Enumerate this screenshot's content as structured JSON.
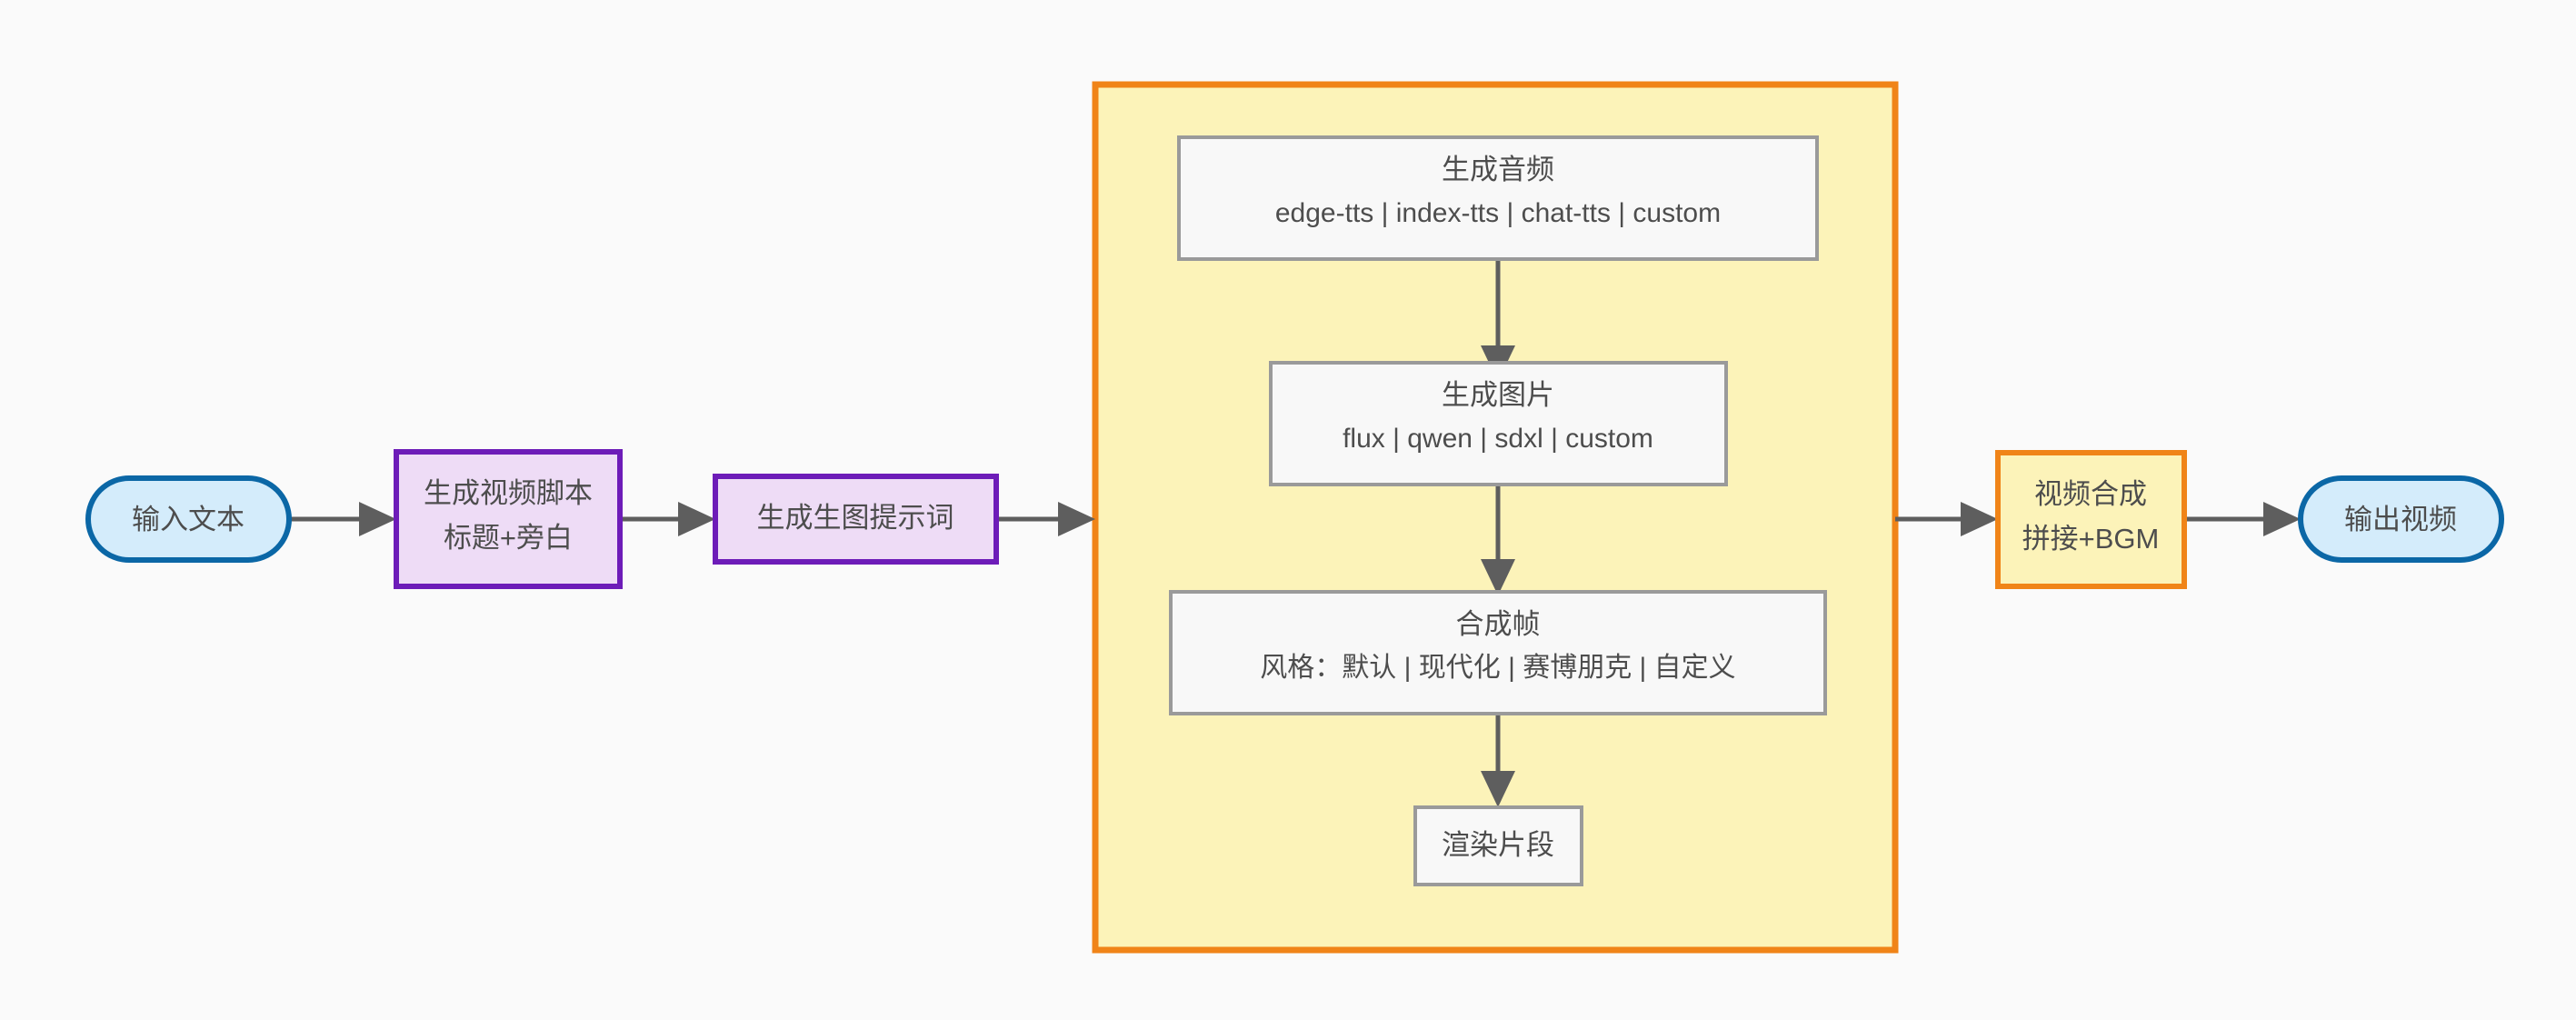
{
  "diagram": {
    "type": "flowchart",
    "direction": "left-to-right",
    "background_color": "#fafafa",
    "colors": {
      "stadium_fill": "#d4ecfb",
      "stadium_stroke": "#0b67a6",
      "purple_fill": "#eedcf6",
      "purple_stroke": "#6d1cb8",
      "orange_fill": "#fcf3b9",
      "orange_stroke": "#f08418",
      "inner_fill": "#f8f8f8",
      "inner_stroke": "#9a9a9a",
      "edge_color": "#5e5e5e",
      "text_color": "#4d4d4d"
    },
    "nodes": {
      "input_text": {
        "label": "输入文本",
        "shape": "stadium"
      },
      "script_gen": {
        "line1": "生成视频脚本",
        "line2": "标题+旁白",
        "shape": "rect"
      },
      "prompt_gen": {
        "label": "生成生图提示词",
        "shape": "rect"
      },
      "audio_gen": {
        "line1": "生成音频",
        "line2": "edge-tts | index-tts | chat-tts | custom",
        "shape": "rect"
      },
      "image_gen": {
        "line1": "生成图片",
        "line2": "flux | qwen | sdxl | custom",
        "shape": "rect"
      },
      "frame_compose": {
        "line1": "合成帧",
        "line2": "风格：默认 | 现代化 | 赛博朋克 | 自定义",
        "shape": "rect"
      },
      "render_clip": {
        "label": "渲染片段",
        "shape": "rect"
      },
      "video_merge": {
        "line1": "视频合成",
        "line2": "拼接+BGM",
        "shape": "rect"
      },
      "output_video": {
        "label": "输出视频",
        "shape": "stadium"
      }
    },
    "cluster": {
      "name": "per-segment-pipeline",
      "label": ""
    },
    "edges": [
      {
        "from": "input_text",
        "to": "script_gen"
      },
      {
        "from": "script_gen",
        "to": "prompt_gen"
      },
      {
        "from": "prompt_gen",
        "to": "cluster"
      },
      {
        "from": "audio_gen",
        "to": "image_gen"
      },
      {
        "from": "image_gen",
        "to": "frame_compose"
      },
      {
        "from": "frame_compose",
        "to": "render_clip"
      },
      {
        "from": "cluster",
        "to": "video_merge"
      },
      {
        "from": "video_merge",
        "to": "output_video"
      }
    ]
  }
}
